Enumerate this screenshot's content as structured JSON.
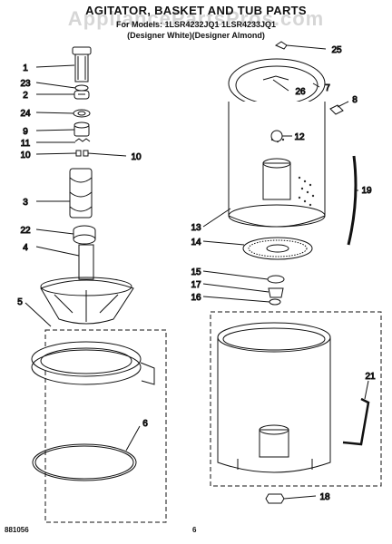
{
  "header": {
    "title": "AGITATOR, BASKET AND TUB PARTS",
    "models": "For Models: 1LSR4232JQ1 1LSR4233JQ1",
    "colors": "(Designer White)(Designer Almond)",
    "watermark": "AppliancePartsPros.com"
  },
  "footer": {
    "doc_id": "881056",
    "page": "6"
  },
  "callouts": [
    {
      "id": "1",
      "label": "1"
    },
    {
      "id": "23",
      "label": "23"
    },
    {
      "id": "2",
      "label": "2"
    },
    {
      "id": "24",
      "label": "24"
    },
    {
      "id": "9",
      "label": "9"
    },
    {
      "id": "11",
      "label": "11"
    },
    {
      "id": "10a",
      "label": "10"
    },
    {
      "id": "10b",
      "label": "10"
    },
    {
      "id": "3",
      "label": "3"
    },
    {
      "id": "22",
      "label": "22"
    },
    {
      "id": "4",
      "label": "4"
    },
    {
      "id": "5",
      "label": "5"
    },
    {
      "id": "6",
      "label": "6"
    },
    {
      "id": "25",
      "label": "25"
    },
    {
      "id": "26",
      "label": "26"
    },
    {
      "id": "7",
      "label": "7"
    },
    {
      "id": "8",
      "label": "8"
    },
    {
      "id": "12",
      "label": "12"
    },
    {
      "id": "19",
      "label": "19"
    },
    {
      "id": "13",
      "label": "13"
    },
    {
      "id": "14",
      "label": "14"
    },
    {
      "id": "15",
      "label": "15"
    },
    {
      "id": "17",
      "label": "17"
    },
    {
      "id": "16",
      "label": "16"
    },
    {
      "id": "21",
      "label": "21"
    },
    {
      "id": "18",
      "label": "18"
    }
  ]
}
